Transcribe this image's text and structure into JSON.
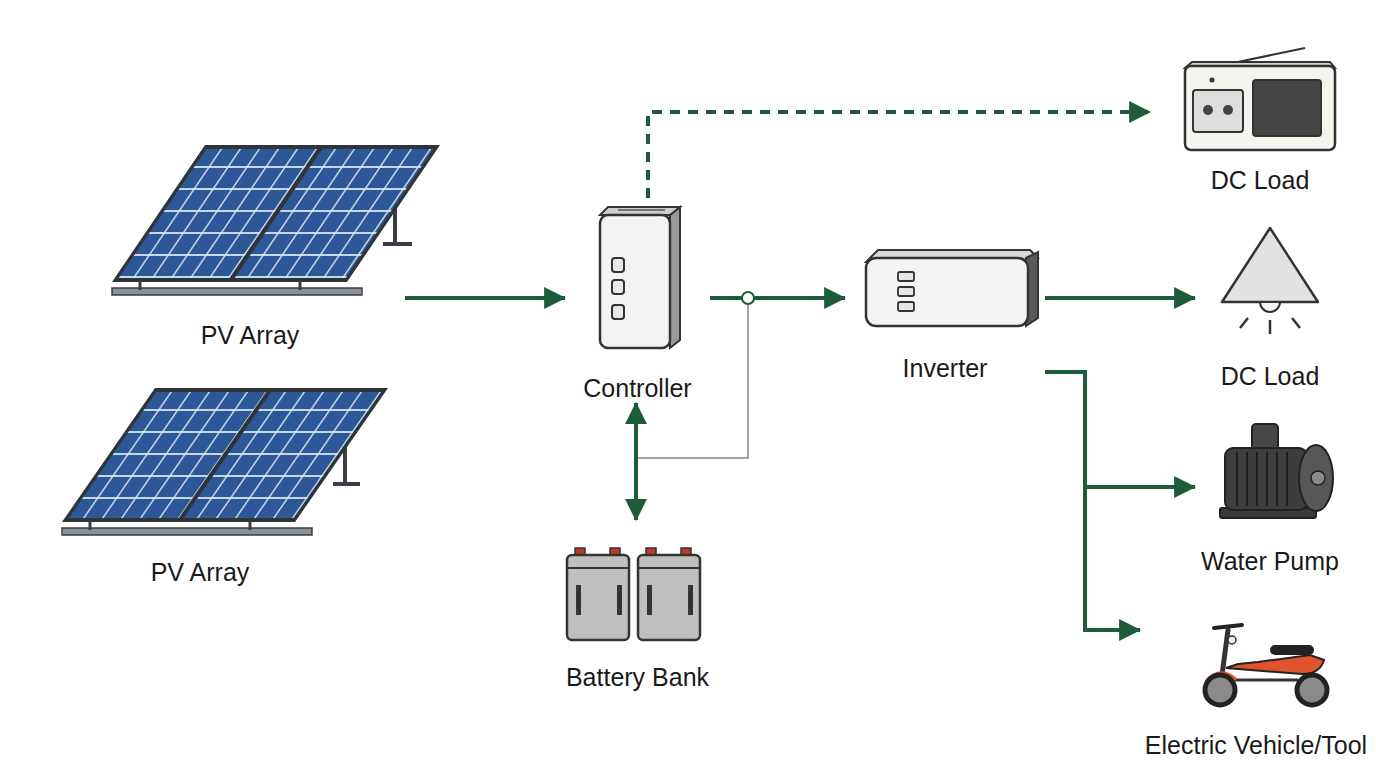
{
  "diagram": {
    "nodes": [
      {
        "text": [
          "PV Array"
        ]
      },
      {
        "text": [
          "PV Array"
        ]
      },
      {
        "text": [
          "Controller"
        ]
      },
      {
        "text": [
          "Battery Bank"
        ]
      },
      {
        "text": [
          "Inverter"
        ]
      },
      {
        "text": [
          "DC Load"
        ]
      },
      {
        "text": [
          "DC Load"
        ]
      },
      {
        "text": [
          "Water Pump"
        ]
      },
      {
        "text": [
          "Electric Vehicle/Tool"
        ]
      }
    ],
    "edges": [
      {
        "from": 0,
        "to": 2,
        "arrow": "to"
      },
      {
        "from": 2,
        "to": 5,
        "arrow": "to"
      },
      {
        "from": 2,
        "to": 4,
        "arrow": "to"
      },
      {
        "from": 2,
        "to": 3,
        "arrow": "both"
      },
      {
        "from": 4,
        "to": 6,
        "arrow": "to"
      },
      {
        "from": 4,
        "to": 7,
        "arrow": "to"
      },
      {
        "from": 4,
        "to": 8,
        "arrow": "to"
      }
    ]
  }
}
